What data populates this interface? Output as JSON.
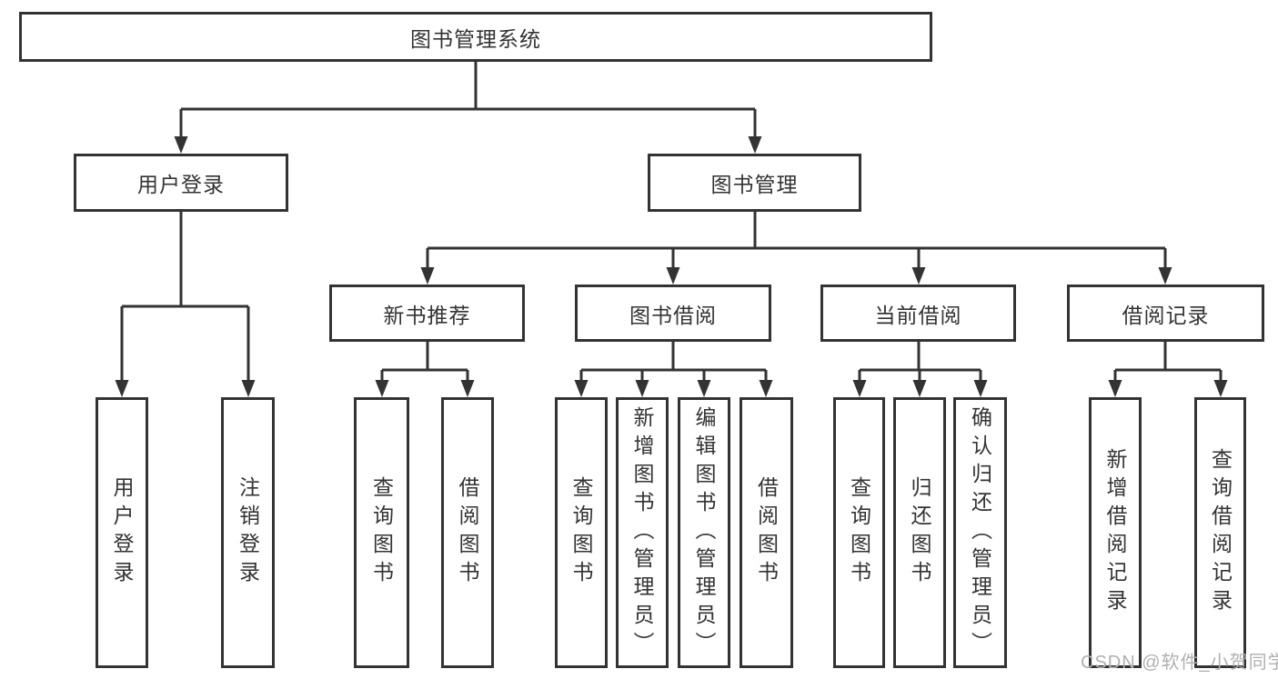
{
  "colors": {
    "line": "#333333",
    "box_border": "#333333",
    "background": "#ffffff",
    "watermark_text": "#b0b0b0"
  },
  "tree": {
    "root": {
      "label": "图书管理系统"
    },
    "branches": [
      {
        "label": "用户登录",
        "leaves": [
          {
            "label": "用户登录"
          },
          {
            "label": "注销登录"
          }
        ]
      },
      {
        "label": "图书管理",
        "groups": [
          {
            "label": "新书推荐",
            "leaves": [
              {
                "label": "查询图书"
              },
              {
                "label": "借阅图书"
              }
            ]
          },
          {
            "label": "图书借阅",
            "leaves": [
              {
                "label": "查询图书"
              },
              {
                "label": "新增图书（管理员）"
              },
              {
                "label": "编辑图书（管理员）"
              },
              {
                "label": "借阅图书"
              }
            ]
          },
          {
            "label": "当前借阅",
            "leaves": [
              {
                "label": "查询图书"
              },
              {
                "label": "归还图书"
              },
              {
                "label": "确认归还（管理员）"
              }
            ]
          },
          {
            "label": "借阅记录",
            "leaves": [
              {
                "label": "新增借阅记录"
              },
              {
                "label": "查询借阅记录"
              }
            ]
          }
        ]
      }
    ]
  },
  "watermark": {
    "text": "CSDN @软件_小贺同学"
  }
}
